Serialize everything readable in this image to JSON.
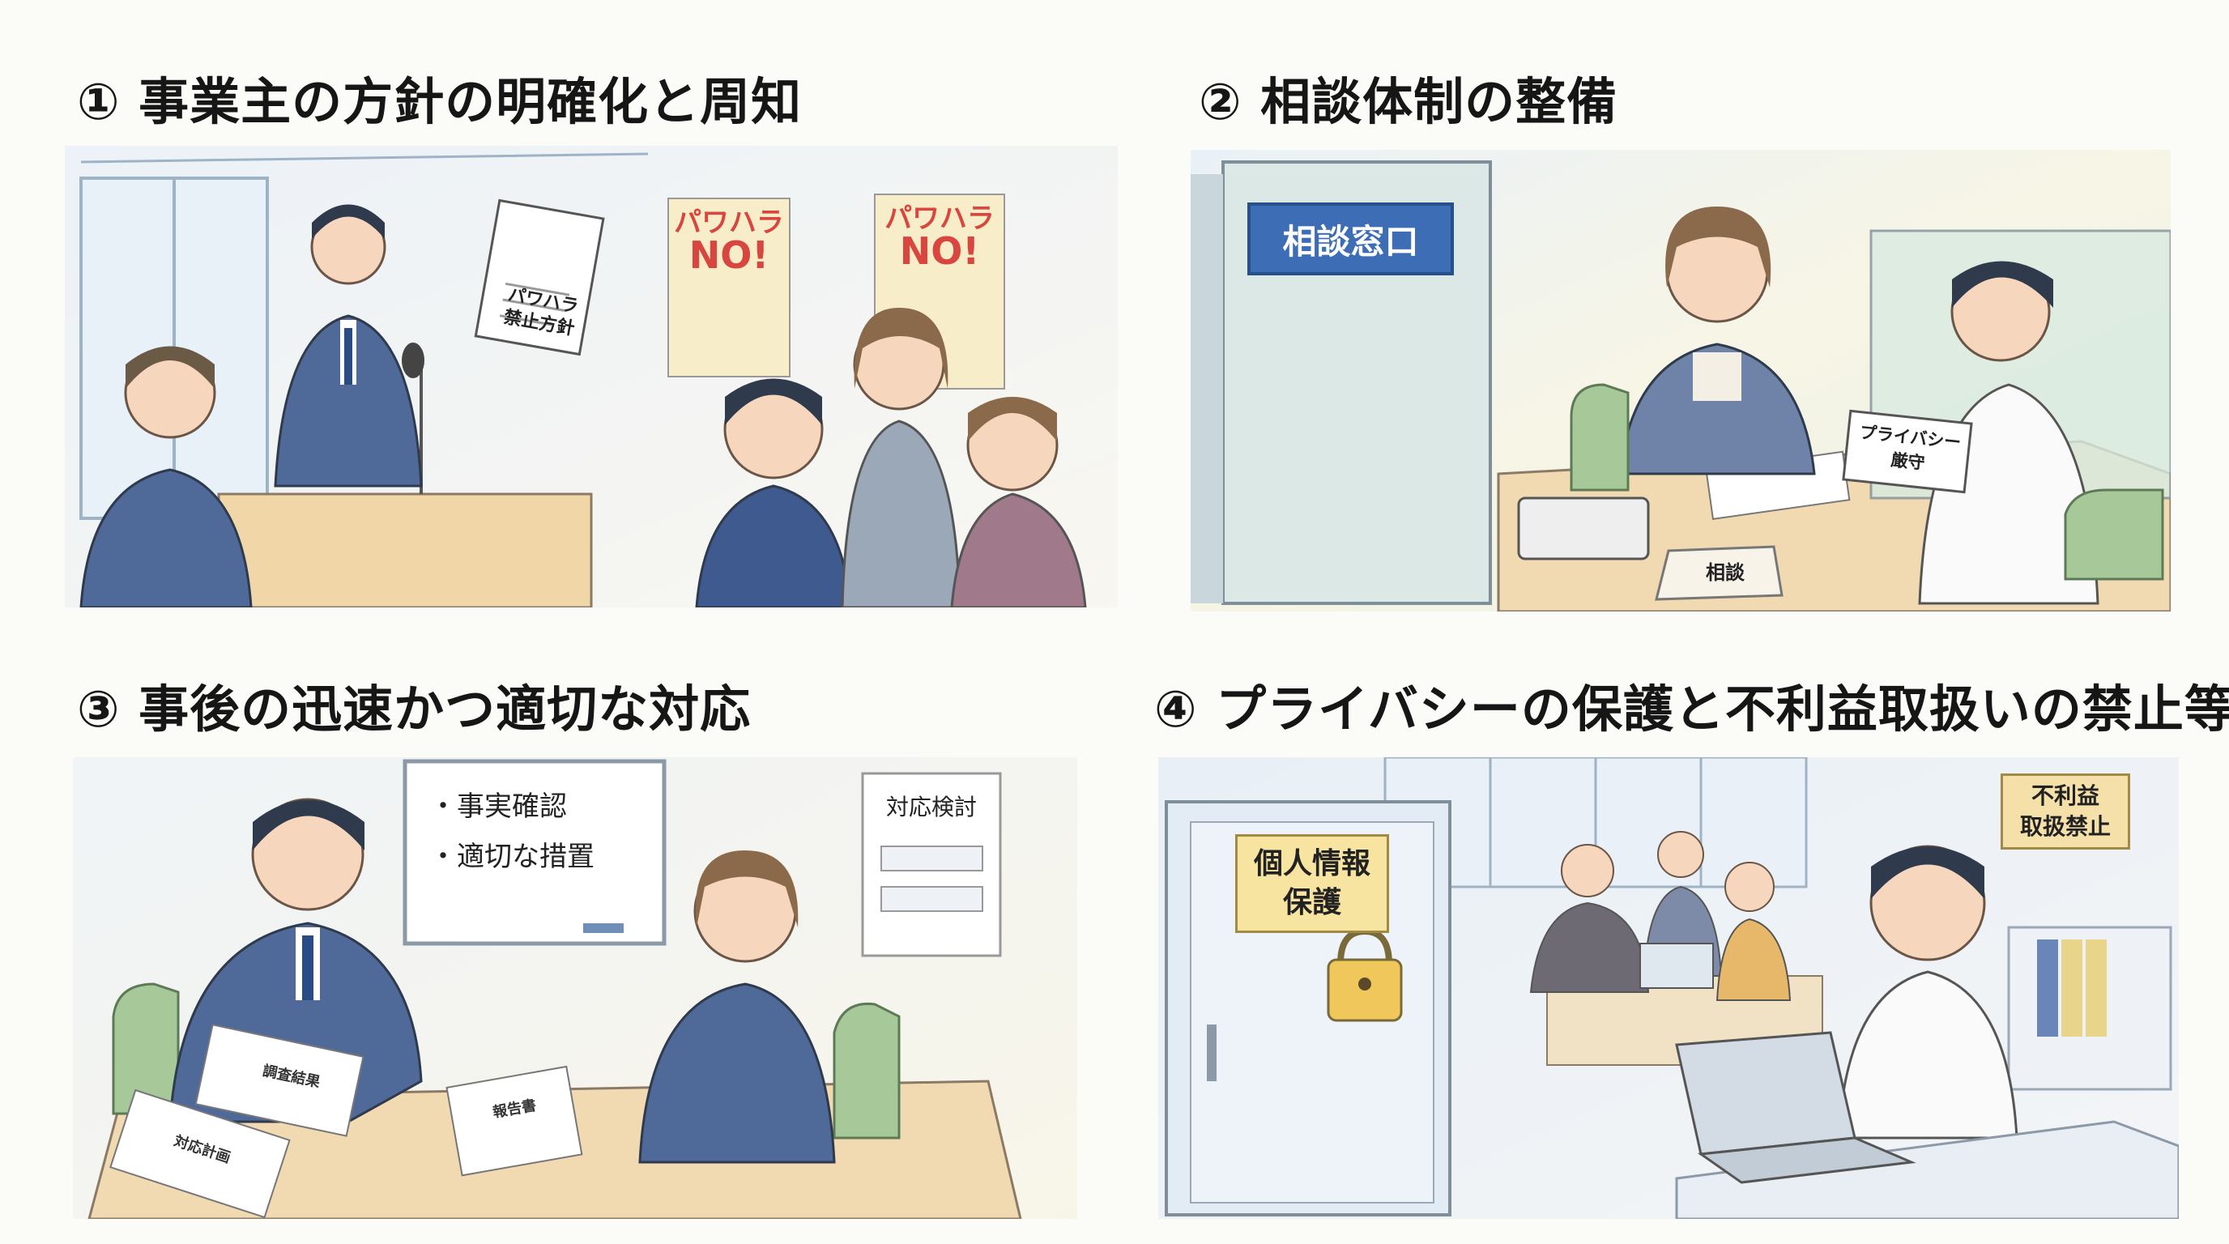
{
  "headings": [
    "① 事業主の方針の明確化と周知",
    "② 相談体制の整備",
    "③ 事後の迅速かつ適切な対応",
    "④ プライバシーの保護と不利益取扱いの禁止等"
  ],
  "panel1": {
    "document_line1": "パワハラ",
    "document_line2": "禁止方針",
    "poster_title": "パワハラ",
    "poster_sub": "NO!"
  },
  "panel2": {
    "door_sign": "相談窓口",
    "privacy_line1": "プライバシー",
    "privacy_line2": "厳守",
    "desk_tent": "相談"
  },
  "panel3": {
    "whiteboard_item1": "・事実確認",
    "whiteboard_item2": "・適切な措置",
    "wall_sheet": "対応検討",
    "paper_a": "調査結果",
    "paper_b": "対応計画",
    "paper_c": "報告書"
  },
  "panel4": {
    "locker_line1": "個人情報",
    "locker_line2": "保護",
    "wall_line1": "不利益",
    "wall_line2": "取扱禁止"
  }
}
